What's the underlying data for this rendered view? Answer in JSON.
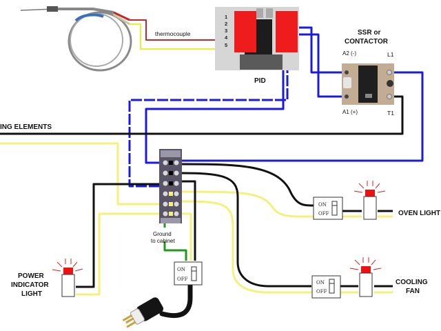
{
  "diagram": {
    "title": "Oven / kiln control wiring diagram",
    "colors": {
      "hot_wire": "#111111",
      "neutral_wire": "#f5f07a",
      "control_wire": "#1a1adc",
      "ground_wire": "#1e9a1e",
      "thermocouple_red": "#c0282a",
      "thermocouple_yellow": "#f0ea3a",
      "pid_red": "#ee1c1c",
      "lamp_red": "#ee1111"
    },
    "components": {
      "thermocouple": {
        "label": "thermocouple",
        "icon": "thermocouple-probe-icon"
      },
      "pid": {
        "label": "PID",
        "terminals": [
          "1",
          "2",
          "3",
          "4",
          "5"
        ],
        "icon": "pid-controller-icon"
      },
      "ssr": {
        "label_line1": "SSR or",
        "label_line2": "CONTACTOR",
        "terminals": {
          "a2": "A2 (-)",
          "l1": "L1",
          "a1": "A1 (+)",
          "t1": "T1"
        },
        "icon": "solid-state-relay-icon"
      },
      "heating_elements": {
        "label": "ING ELEMENTS"
      },
      "terminal_block": {
        "ground_line1": "Ground",
        "ground_line2": "to cabinet",
        "icon": "terminal-block-icon"
      },
      "power_indicator": {
        "line1": "POWER",
        "line2": "INDICATOR",
        "line3": "LIGHT",
        "icon": "indicator-lamp-icon"
      },
      "oven_light": {
        "label": "OVEN LIGHT",
        "icon": "indicator-lamp-icon"
      },
      "cooling_fan": {
        "line1": "COOLING",
        "line2": "FAN",
        "icon": "indicator-lamp-icon"
      },
      "switches": [
        {
          "id": "main-power",
          "on": "ON",
          "off": "OFF"
        },
        {
          "id": "oven-light",
          "on": "ON",
          "off": "OFF"
        },
        {
          "id": "cooling-fan",
          "on": "ON",
          "off": "OFF"
        }
      ],
      "plug": {
        "icon": "power-plug-icon"
      }
    }
  }
}
